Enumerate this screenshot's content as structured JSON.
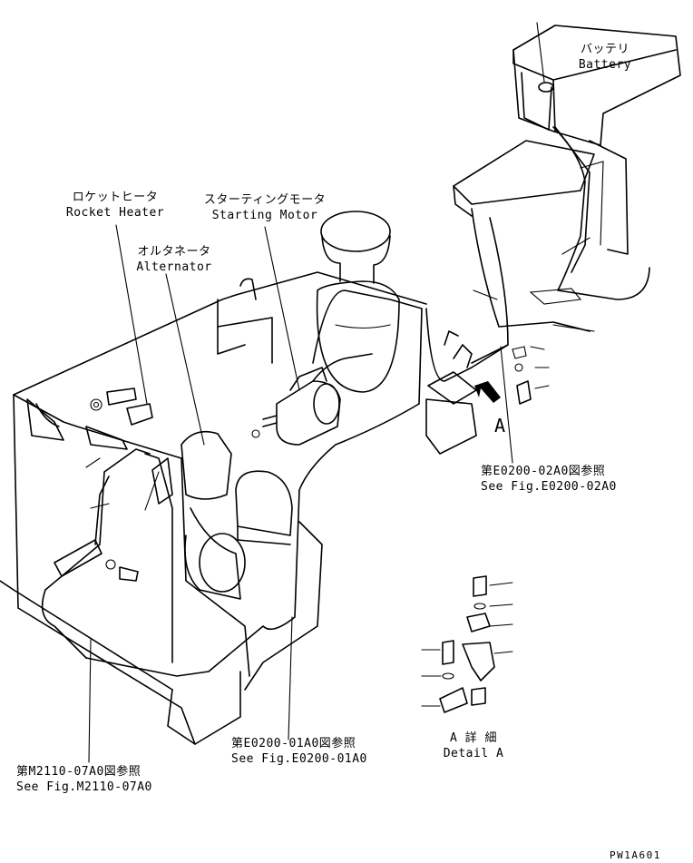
{
  "labels": {
    "battery_jp": "バッテリ",
    "battery_en": "Battery",
    "rocket_jp": "ロケットヒータ",
    "rocket_en": "Rocket Heater",
    "starting_jp": "スターティングモータ",
    "starting_en": "Starting Motor",
    "alternator_jp": "オルタネータ",
    "alternator_en": "Alternator",
    "view_a": "A",
    "ref1_jp": "第E0200-02A0図参照",
    "ref1_en": "See Fig.E0200-02A0",
    "ref2_jp": "第E0200-01A0図参照",
    "ref2_en": "See Fig.E0200-01A0",
    "ref3_jp": "第M2110-07A0図参照",
    "ref3_en": "See Fig.M2110-07A0",
    "detail_jp": "A 詳 細",
    "detail_en": "Detail A",
    "drawing_code": "PW1A601"
  }
}
